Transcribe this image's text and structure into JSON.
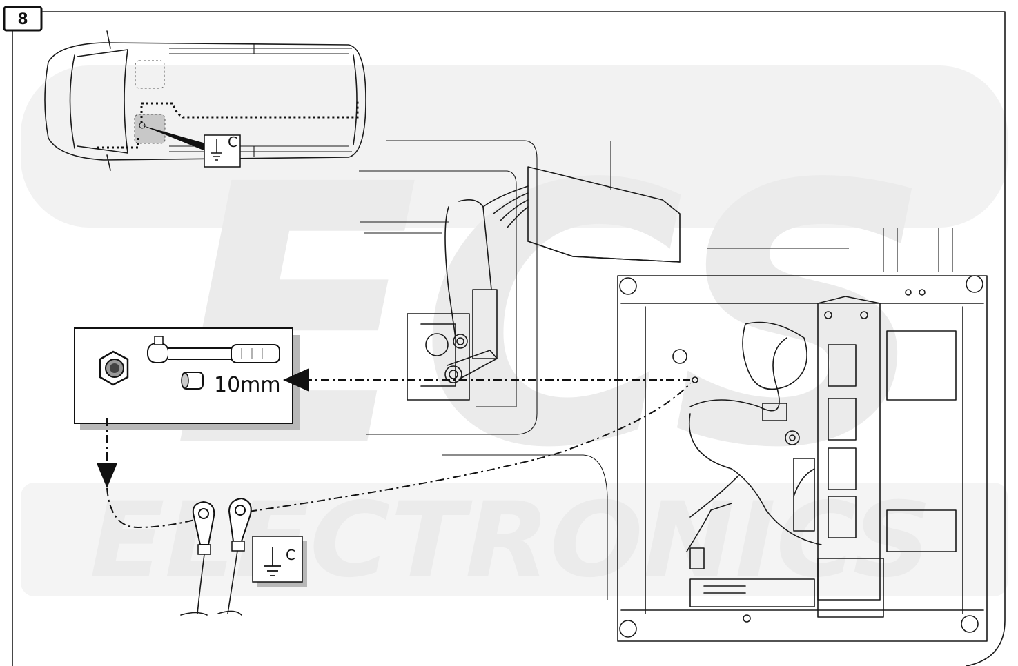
{
  "step": {
    "number": "8"
  },
  "ground": {
    "label": "C"
  },
  "tool": {
    "size": "10mm"
  },
  "watermark": {
    "line1": "ECS",
    "line2": "ELECTRONICS"
  },
  "colors": {
    "line": "#1a1a1a",
    "shadow": "#b8b8b8",
    "watermark": "#ebebeb",
    "highlight": "#c8c8c8"
  },
  "icons": [
    "ground-symbol-icon",
    "hex-nut-icon",
    "ratchet-wrench-icon",
    "socket-icon",
    "ring-terminal-icon",
    "arrow-head-icon"
  ]
}
